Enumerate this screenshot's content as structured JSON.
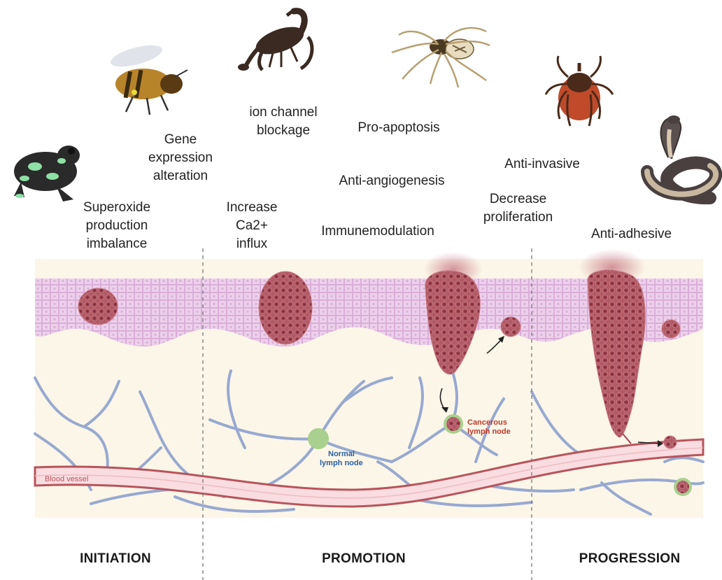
{
  "effects": {
    "superoxide": [
      "Superoxide",
      "production",
      "imbalance"
    ],
    "gene_expression": [
      "Gene",
      "expression",
      "alteration"
    ],
    "ion_channel": [
      "ion channel",
      "blockage"
    ],
    "calcium": [
      "Increase",
      "Ca2+",
      "influx"
    ],
    "pro_apoptosis": "Pro-apoptosis",
    "anti_angiogenesis": "Anti-angiogenesis",
    "immunomodulation": "Immunemodulation",
    "anti_invasive": "Anti-invasive",
    "decrease_proliferation": [
      "Decrease",
      "proliferation"
    ],
    "anti_adhesive": "Anti-adhesive"
  },
  "annotations": {
    "normal_lymph": [
      "Normal",
      "lymph node"
    ],
    "cancerous_lymph": [
      "Cancerous",
      "lymph node"
    ],
    "blood_vessel": "Blood vessel"
  },
  "stages": [
    "INITIATION",
    "PROMOTION",
    "PROGRESSION"
  ],
  "animals": [
    "frog-icon",
    "bee-icon",
    "scorpion-icon",
    "spider-icon",
    "tick-icon",
    "cobra-icon"
  ],
  "colors": {
    "epidermis": "#e7c6e4",
    "dermis": "#fbf6e8",
    "tumor": "#a84a55",
    "lymph_vessel": "#98a9d0",
    "blood_vessel_fill": "#f9dde0",
    "blood_vessel_edge": "#b8545c",
    "lymph_node": "#a9d08e",
    "normal_text": "#2c5f9e",
    "cancer_text": "#c0392b"
  }
}
